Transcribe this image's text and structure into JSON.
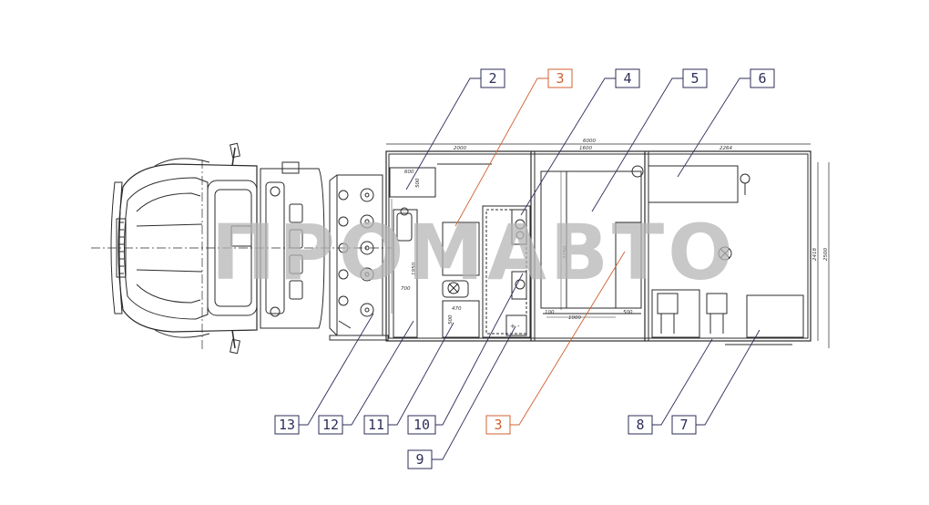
{
  "watermark": "ПРОМАВТО",
  "colors": {
    "line": "#2b2b2b",
    "callout": "#2e2e5a",
    "accent": "#d06030",
    "watermark": "#b5b5b5"
  },
  "dimensions": {
    "total_length": "6000",
    "section1_length": "2000",
    "section2_length": "1600",
    "section3_length": "2264",
    "cabinet_width": "600",
    "cabinet_depth": "500",
    "height_1": "1950",
    "width_700": "700",
    "width_470": "470",
    "depth_500b": "500",
    "gap_100": "100",
    "width_1000": "1000",
    "width_500c": "500",
    "depth_2250": "2250",
    "inner_width": "2418",
    "outer_width": "2500"
  },
  "callouts": [
    {
      "label": "2",
      "accent": false
    },
    {
      "label": "3",
      "accent": true
    },
    {
      "label": "4",
      "accent": false
    },
    {
      "label": "5",
      "accent": false
    },
    {
      "label": "6",
      "accent": false
    },
    {
      "label": "13",
      "accent": false
    },
    {
      "label": "12",
      "accent": false
    },
    {
      "label": "11",
      "accent": false
    },
    {
      "label": "10",
      "accent": false
    },
    {
      "label": "3",
      "accent": true
    },
    {
      "label": "8",
      "accent": false
    },
    {
      "label": "7",
      "accent": false
    },
    {
      "label": "9",
      "accent": false
    }
  ]
}
